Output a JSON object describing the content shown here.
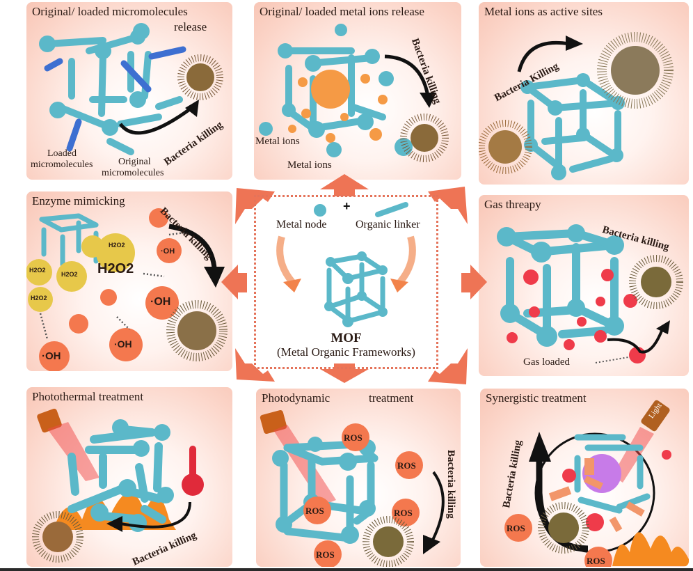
{
  "figure": {
    "center": {
      "legend_node": "Metal node",
      "legend_plus": "+",
      "legend_linker": "Organic linker",
      "title": "MOF",
      "subtitle": "(Metal Organic Frameworks)"
    },
    "panels": [
      {
        "title_line1": "Original/ loaded micromolecules",
        "title_line2": "release",
        "labels": [
          "Loaded",
          "micromolecules",
          "Original",
          "micromolecules"
        ],
        "arrow_label": "Bacteria killing"
      },
      {
        "title": "Original/ loaded metal ions release",
        "labels": [
          "Metal ions",
          "Metal ions"
        ],
        "arrow_label": "Bacteria killing"
      },
      {
        "title": "Metal ions as active sites",
        "arrow_label": "Bacteria Killing"
      },
      {
        "title": "Enzyme mimicking",
        "molecules": [
          "H2O2",
          "H2O2",
          "H2O2",
          "H2O2",
          "H2O2"
        ],
        "radicals": [
          "·OH",
          "·OH",
          "·OH",
          "·OH"
        ],
        "arrow_label": "Bacteria killing"
      },
      {
        "title": "Gas threapy",
        "labels": [
          "Gas loaded"
        ],
        "arrow_label": "Bacteria killing"
      },
      {
        "title": "Photothermal treatment",
        "arrow_label": "Bacteria killing"
      },
      {
        "title_left": "Photodynamic",
        "title_right": "treatment",
        "ros": [
          "ROS",
          "ROS",
          "ROS",
          "ROS",
          "ROS"
        ],
        "arrow_label": "Bacteria killing"
      },
      {
        "title": "Synergistic  treatment",
        "light_label": "Light",
        "ros": [
          "ROS",
          "ROS"
        ],
        "arrow_label": "Bacteria killing"
      }
    ],
    "colors": {
      "panel_bg": "#f8c6b6",
      "arrow": "#ee7455",
      "mof_blue": "#5bb8c9",
      "bacteria": "#8a6a3a",
      "ros": "#f4784e",
      "h2o2": "#e7c84a",
      "gas": "#ef3b4a"
    }
  }
}
